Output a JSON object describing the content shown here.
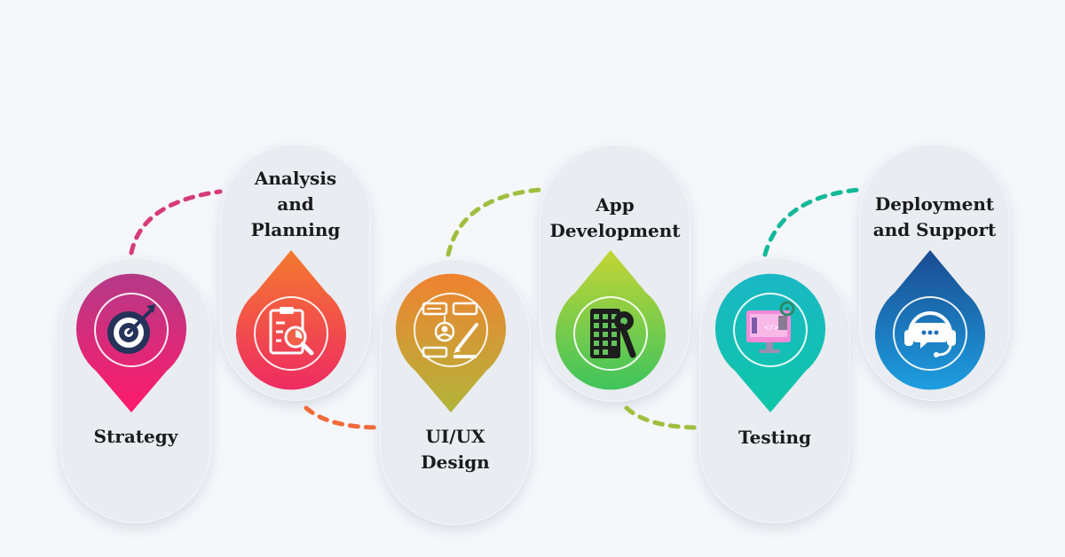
{
  "steps": [
    {
      "label": "Strategy",
      "icon": "target-icon",
      "color_top": "#c13a86",
      "color_bottom": "#ff1a6b"
    },
    {
      "label": "Analysis and Planning",
      "line1": "Analysis",
      "line2": "and",
      "line3": "Planning",
      "icon": "analysis-report-icon",
      "color_top": "#f06a3a",
      "color_bottom": "#ee2b62"
    },
    {
      "label": "UI/UX Design",
      "line1": "UI/UX",
      "line2": "Design",
      "icon": "design-tools-icon",
      "color_top": "#ee7d2e",
      "color_bottom": "#b5b83b"
    },
    {
      "label": "App Development",
      "line1": "App",
      "line2": "Development",
      "icon": "app-development-wrench-icon",
      "color_top": "#b8d136",
      "color_bottom": "#3ec45c"
    },
    {
      "label": "Testing",
      "icon": "testing-monitor-icon",
      "color_top": "#0fc6b9",
      "color_bottom": "#1a9fd8"
    },
    {
      "label": "Deployment and Support",
      "line1": "Deployment",
      "line2": "and Support",
      "icon": "support-headset-icon",
      "color_top": "#1d9ee0",
      "color_bottom": "#1a3a80"
    }
  ],
  "colors": {
    "background": "#f5f7fa",
    "pill": "#e9ecf0",
    "text": "#1b1b1b",
    "connector_1": "#d63b7a",
    "connector_2": "#f06a3a",
    "connector_3": "#9fbf3f",
    "connector_4": "#9fbf3f",
    "connector_5": "#14b89a"
  }
}
